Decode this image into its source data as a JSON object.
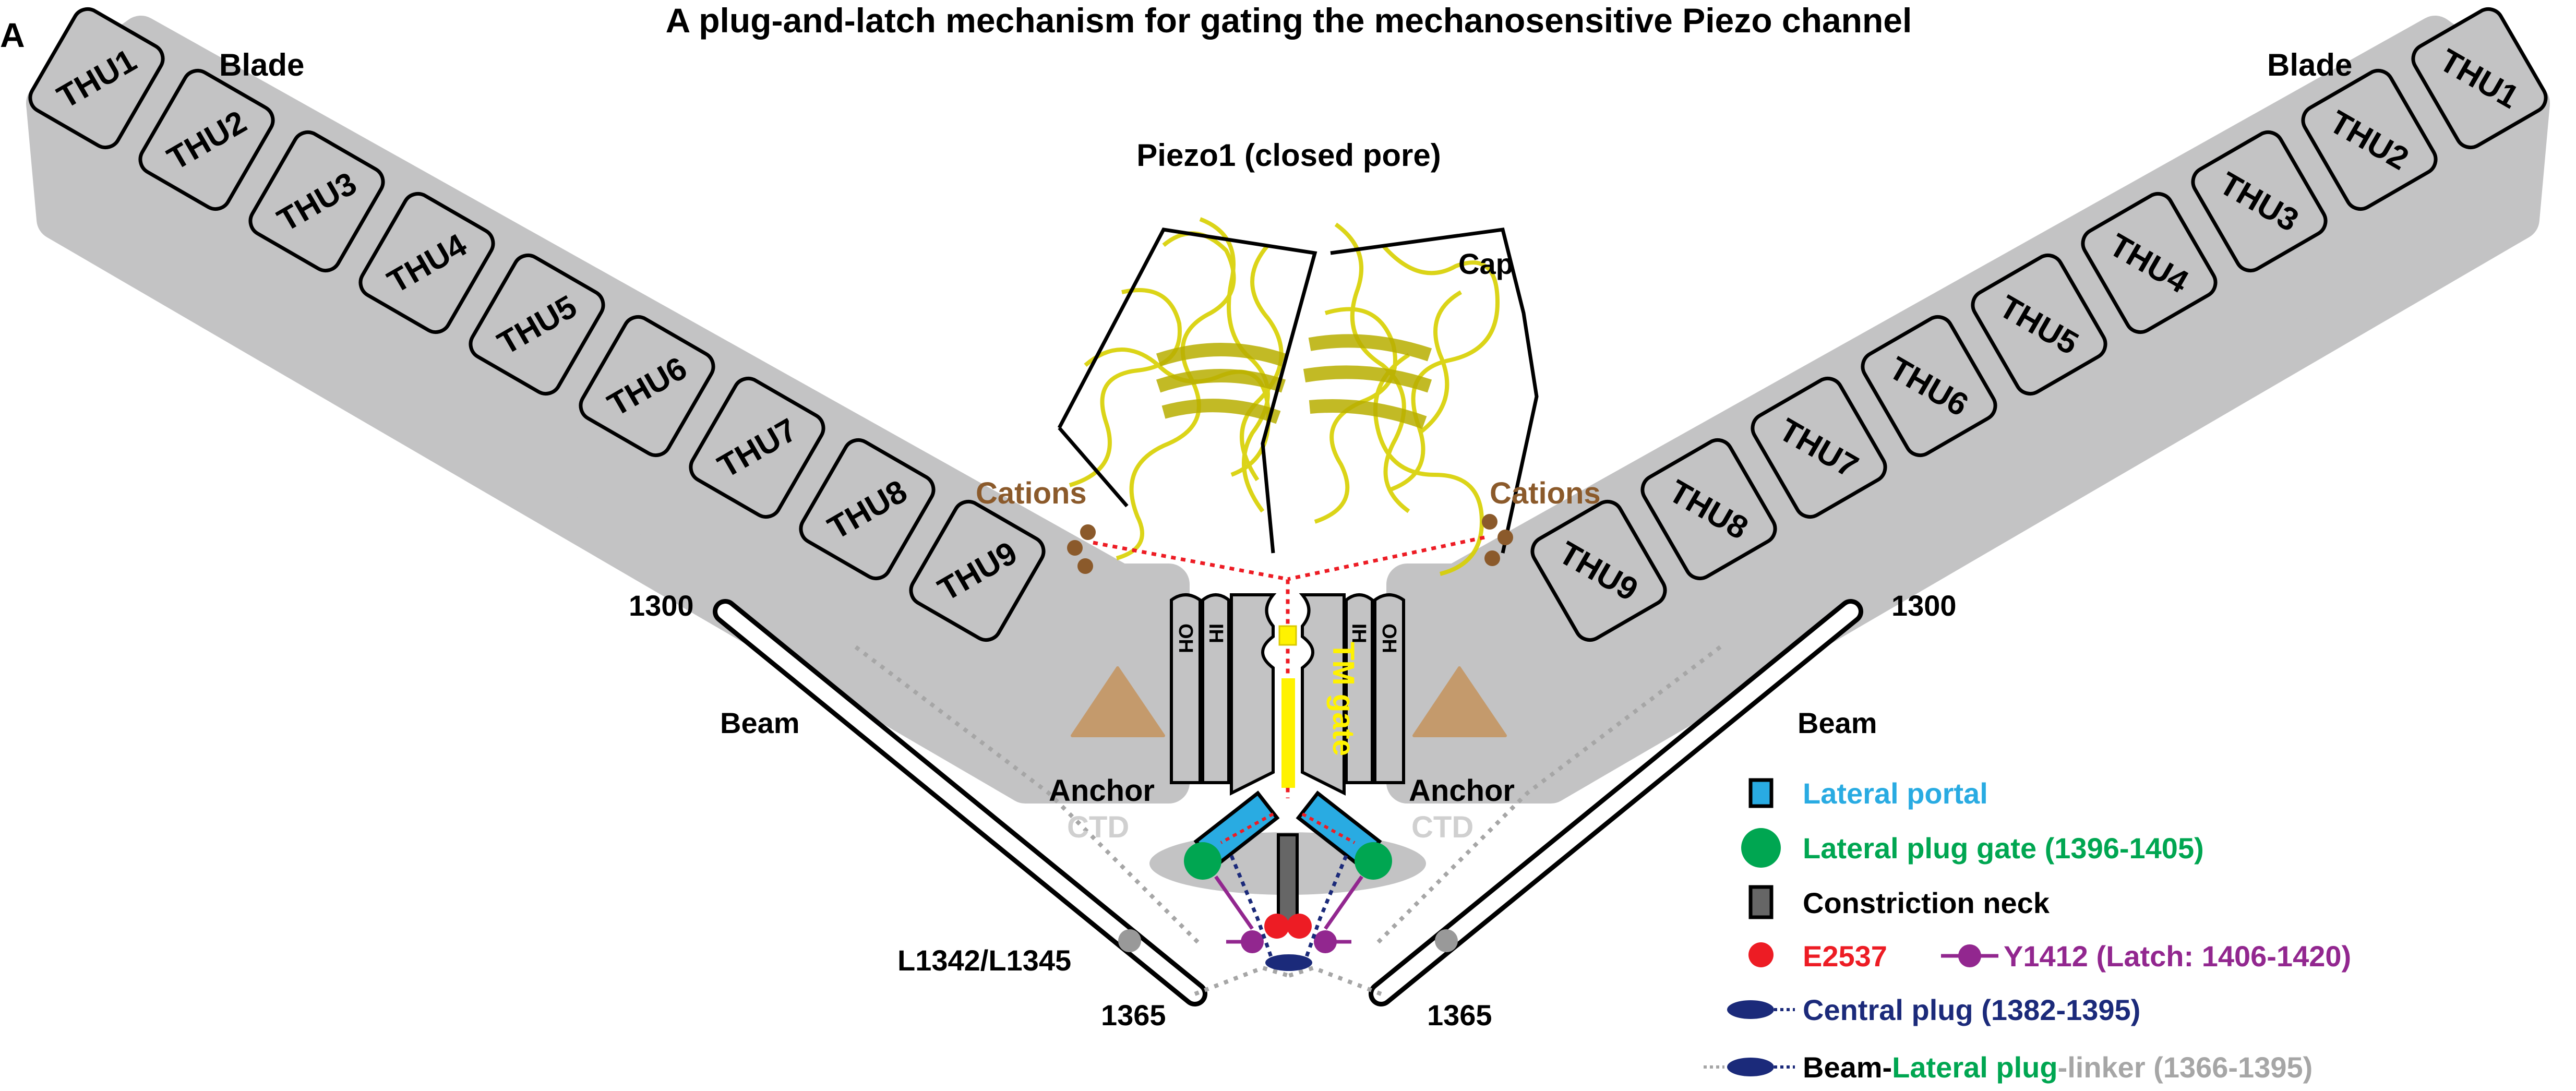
{
  "panel_letter": "A",
  "title": "A plug-and-latch mechanism for gating the mechanosensitive Piezo channel",
  "blade_label": "Blade",
  "beam_label": "Beam",
  "structure_label": "Piezo1 (closed pore)",
  "cap_label": "Cap",
  "cations_label": "Cations",
  "anchor_label": "Anchor",
  "ctd_label": "CTD",
  "oh_label": "OH",
  "ih_label": "IH",
  "tm_gate_label": "TM gate",
  "residue_1300": "1300",
  "residue_1365": "1365",
  "residue_l1342": "L1342/L1345",
  "thu_left": [
    "THU1",
    "THU2",
    "THU3",
    "THU4",
    "THU5",
    "THU6",
    "THU7",
    "THU8",
    "THU9"
  ],
  "thu_right": [
    "THU1",
    "THU2",
    "THU3",
    "THU4",
    "THU5",
    "THU6",
    "THU7",
    "THU8",
    "THU9"
  ],
  "legend": {
    "lateral_portal": "Lateral portal",
    "lateral_plug_gate": "Lateral plug gate (1396-1405)",
    "constriction_neck": "Constriction neck",
    "e2537": "E2537",
    "y1412": "Y1412 (Latch: 1406-1420)",
    "central_plug": "Central plug (1382-1395)",
    "linker_beam": "Beam-",
    "linker_lateral": "Lateral plug",
    "linker_rest": "-linker (1366-1395)"
  },
  "colors": {
    "gray": "#c3c3c4",
    "anchor": "#c49a6c",
    "cation": "#8b5a2b",
    "portal": "#29abe2",
    "plug_gate": "#00a651",
    "e2537": "#ed1c24",
    "latch": "#92278f",
    "central_plug": "#1b2a7a",
    "tm_gate": "#fff200",
    "linker": "#a6a6a6"
  }
}
